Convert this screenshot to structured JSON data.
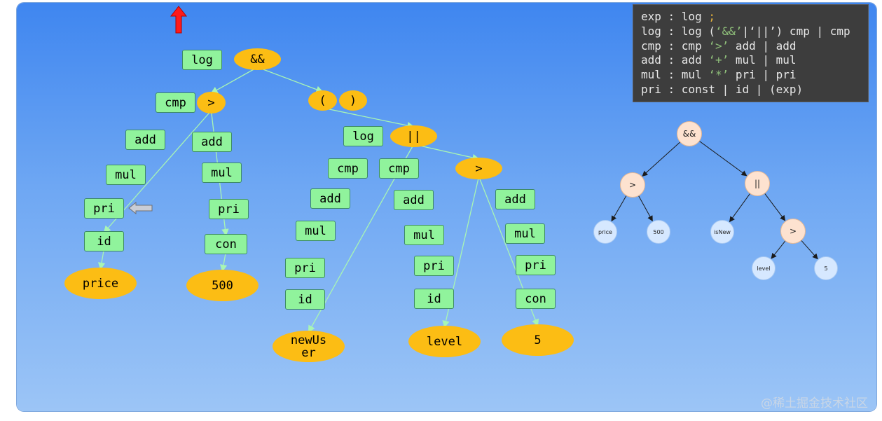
{
  "grammar": [
    [
      "exp : log ",
      ";",
      ""
    ],
    [
      "log : log (",
      "‘&&’",
      "|‘||’) cmp | cmp"
    ],
    [
      "cmp : cmp ",
      "‘>’",
      " add | add"
    ],
    [
      "add : add ",
      "‘+’",
      " mul | mul"
    ],
    [
      "mul : mul ",
      "‘*’",
      " pri | pri"
    ],
    [
      "pri : const | id | (exp)",
      "",
      ""
    ]
  ],
  "colors": {
    "rule_fill": "#90f39c",
    "token_fill": "#fcbd14",
    "edge": "#a8f5b4",
    "grammar_bg": "#3d3d3d",
    "grammar_accent": "#8fbf7a",
    "semicolon": "#e4b13c",
    "ast_operator": "#fde2d0",
    "ast_leaf": "#d6e8ff",
    "up_arrow": "#ff1a1a"
  },
  "icons": {
    "up_arrow": "red-up-arrow-icon",
    "back_arrow": "gray-left-arrow-icon"
  },
  "parse_tree": {
    "nodes": [
      {
        "id": "log1",
        "kind": "rule",
        "label": "log"
      },
      {
        "id": "and",
        "kind": "token",
        "label": "&&"
      },
      {
        "id": "cmp1",
        "kind": "rule",
        "label": "cmp"
      },
      {
        "id": "gt1",
        "kind": "token",
        "label": ">"
      },
      {
        "id": "lparen",
        "kind": "token",
        "label": "("
      },
      {
        "id": "rparen",
        "kind": "token",
        "label": ")"
      },
      {
        "id": "add1",
        "kind": "rule",
        "label": "add"
      },
      {
        "id": "add2",
        "kind": "rule",
        "label": "add"
      },
      {
        "id": "mul1",
        "kind": "rule",
        "label": "mul"
      },
      {
        "id": "mul2",
        "kind": "rule",
        "label": "mul"
      },
      {
        "id": "pri1",
        "kind": "rule",
        "label": "pri"
      },
      {
        "id": "pri2",
        "kind": "rule",
        "label": "pri"
      },
      {
        "id": "id1",
        "kind": "rule",
        "label": "id"
      },
      {
        "id": "con1",
        "kind": "rule",
        "label": "con"
      },
      {
        "id": "price",
        "kind": "token",
        "label": "price"
      },
      {
        "id": "v500",
        "kind": "token",
        "label": "500"
      },
      {
        "id": "log2",
        "kind": "rule",
        "label": "log"
      },
      {
        "id": "or",
        "kind": "token",
        "label": "||"
      },
      {
        "id": "cmp2",
        "kind": "rule",
        "label": "cmp"
      },
      {
        "id": "cmp3",
        "kind": "rule",
        "label": "cmp"
      },
      {
        "id": "gt2",
        "kind": "token",
        "label": ">"
      },
      {
        "id": "add3",
        "kind": "rule",
        "label": "add"
      },
      {
        "id": "add4",
        "kind": "rule",
        "label": "add"
      },
      {
        "id": "add5",
        "kind": "rule",
        "label": "add"
      },
      {
        "id": "mul3",
        "kind": "rule",
        "label": "mul"
      },
      {
        "id": "mul4",
        "kind": "rule",
        "label": "mul"
      },
      {
        "id": "mul5",
        "kind": "rule",
        "label": "mul"
      },
      {
        "id": "pri3",
        "kind": "rule",
        "label": "pri"
      },
      {
        "id": "pri4",
        "kind": "rule",
        "label": "pri"
      },
      {
        "id": "pri5",
        "kind": "rule",
        "label": "pri"
      },
      {
        "id": "id2",
        "kind": "rule",
        "label": "id"
      },
      {
        "id": "id3",
        "kind": "rule",
        "label": "id"
      },
      {
        "id": "con2",
        "kind": "rule",
        "label": "con"
      },
      {
        "id": "newuser",
        "kind": "token",
        "label": "newUs\ner"
      },
      {
        "id": "level",
        "kind": "token",
        "label": "level"
      },
      {
        "id": "v5",
        "kind": "token",
        "label": "5"
      }
    ],
    "edges": [
      [
        "and",
        "gt1"
      ],
      [
        "and",
        "lparen"
      ],
      [
        "gt1",
        "id1"
      ],
      [
        "gt1",
        "con1"
      ],
      [
        "id1",
        "price"
      ],
      [
        "con1",
        "v500"
      ],
      [
        "lparen",
        "or"
      ],
      [
        "or",
        "gt2"
      ],
      [
        "or",
        "newuser"
      ],
      [
        "gt2",
        "level"
      ],
      [
        "gt2",
        "v5"
      ]
    ]
  },
  "ast": {
    "nodes": [
      {
        "id": "a_and",
        "label": "&&",
        "kind": "op"
      },
      {
        "id": "a_gt1",
        "label": ">",
        "kind": "op"
      },
      {
        "id": "a_or",
        "label": "||",
        "kind": "op"
      },
      {
        "id": "a_price",
        "label": "price",
        "kind": "leaf"
      },
      {
        "id": "a_500",
        "label": "500",
        "kind": "leaf"
      },
      {
        "id": "a_isnew",
        "label": "isNew",
        "kind": "leaf"
      },
      {
        "id": "a_gt2",
        "label": ">",
        "kind": "op"
      },
      {
        "id": "a_level",
        "label": "level",
        "kind": "leaf"
      },
      {
        "id": "a_5",
        "label": "5",
        "kind": "leaf"
      }
    ],
    "edges": [
      [
        "a_and",
        "a_gt1"
      ],
      [
        "a_and",
        "a_or"
      ],
      [
        "a_gt1",
        "a_price"
      ],
      [
        "a_gt1",
        "a_500"
      ],
      [
        "a_or",
        "a_isnew"
      ],
      [
        "a_or",
        "a_gt2"
      ],
      [
        "a_gt2",
        "a_level"
      ],
      [
        "a_gt2",
        "a_5"
      ]
    ]
  },
  "watermark": "@稀土掘金技术社区"
}
